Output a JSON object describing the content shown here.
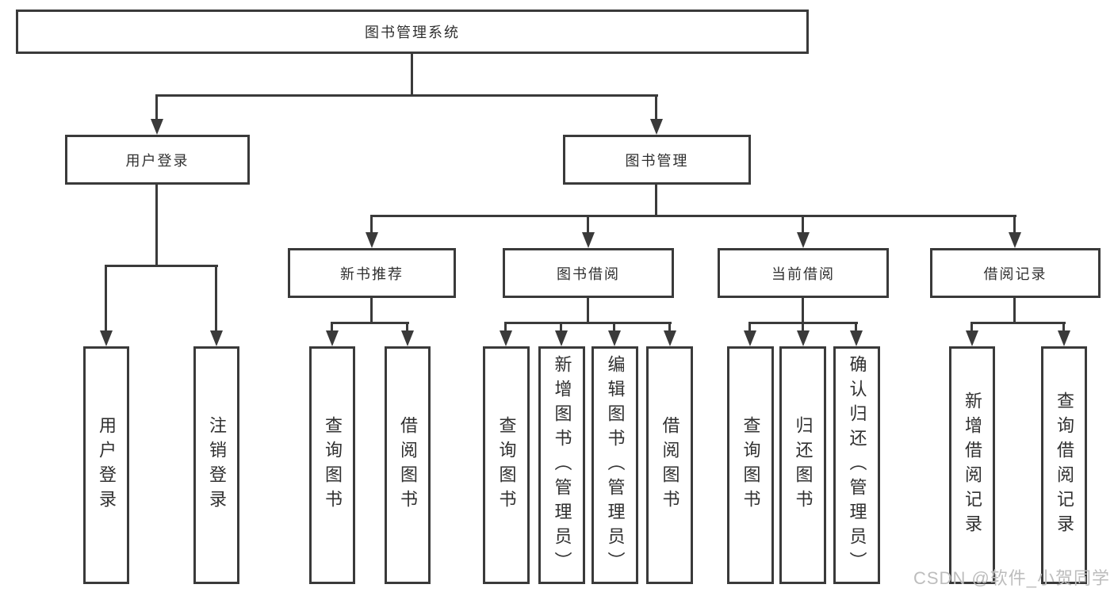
{
  "diagram_type": "hierarchy-tree",
  "tree": {
    "root": {
      "label": "图书管理系统"
    },
    "branches": [
      {
        "label": "用户登录",
        "children": [
          {
            "label": "用户登录"
          },
          {
            "label": "注销登录"
          }
        ]
      },
      {
        "label": "图书管理",
        "children": [
          {
            "label": "新书推荐",
            "children": [
              {
                "label": "查询图书"
              },
              {
                "label": "借阅图书"
              }
            ]
          },
          {
            "label": "图书借阅",
            "children": [
              {
                "label": "查询图书"
              },
              {
                "label": "新增图书（管理员）"
              },
              {
                "label": "编辑图书（管理员）"
              },
              {
                "label": "借阅图书"
              }
            ]
          },
          {
            "label": "当前借阅",
            "children": [
              {
                "label": "查询图书"
              },
              {
                "label": "归还图书"
              },
              {
                "label": "确认归还（管理员）"
              }
            ]
          },
          {
            "label": "借阅记录",
            "children": [
              {
                "label": "新增借阅记录"
              },
              {
                "label": "查询借阅记录"
              }
            ]
          }
        ]
      }
    ]
  },
  "colors": {
    "line": "#3a3a3a",
    "text": "#303030",
    "background": "#ffffff",
    "watermark": "#bdbdbd"
  },
  "watermark": {
    "text": "CSDN @软件_小贺同学"
  }
}
